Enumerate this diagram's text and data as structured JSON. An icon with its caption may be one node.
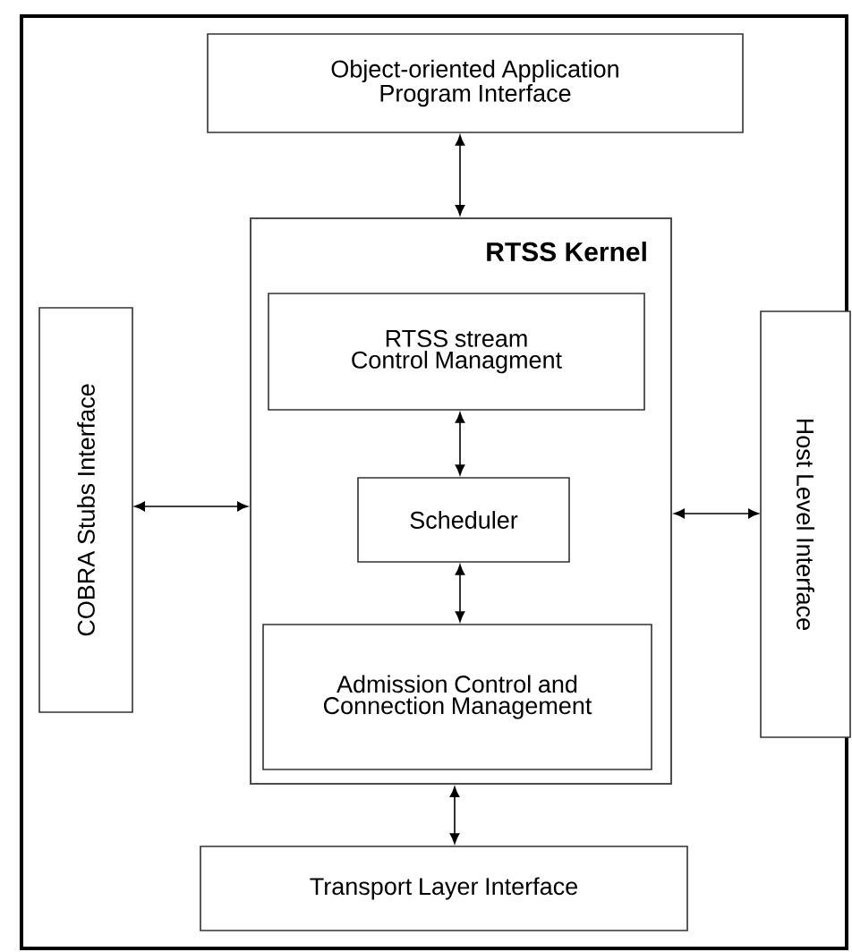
{
  "diagram": {
    "nodes": [
      {
        "text": [
          "Object-oriented Application Program Interface"
        ]
      },
      {
        "text": [
          "RTSS Kernel"
        ]
      },
      {
        "text": [
          "RTSS stream Control Managment"
        ],
        "in": 1
      },
      {
        "text": [
          "Scheduler"
        ],
        "in": 1
      },
      {
        "text": [
          "Admission Control and Connection Management"
        ],
        "in": 1
      },
      {
        "text": [
          "Transport Layer Interface"
        ]
      },
      {
        "text": [
          "COBRA Stubs Interface"
        ]
      },
      {
        "text": [
          "Host Level Interface"
        ]
      }
    ],
    "edges": [
      {
        "from": 0,
        "to": 1,
        "arrow": "both"
      },
      {
        "from": 2,
        "to": 3,
        "arrow": "both"
      },
      {
        "from": 3,
        "to": 4,
        "arrow": "both"
      },
      {
        "from": 1,
        "to": 5,
        "arrow": "both"
      },
      {
        "from": 6,
        "to": 1,
        "arrow": "both"
      },
      {
        "from": 1,
        "to": 7,
        "arrow": "both"
      }
    ]
  }
}
